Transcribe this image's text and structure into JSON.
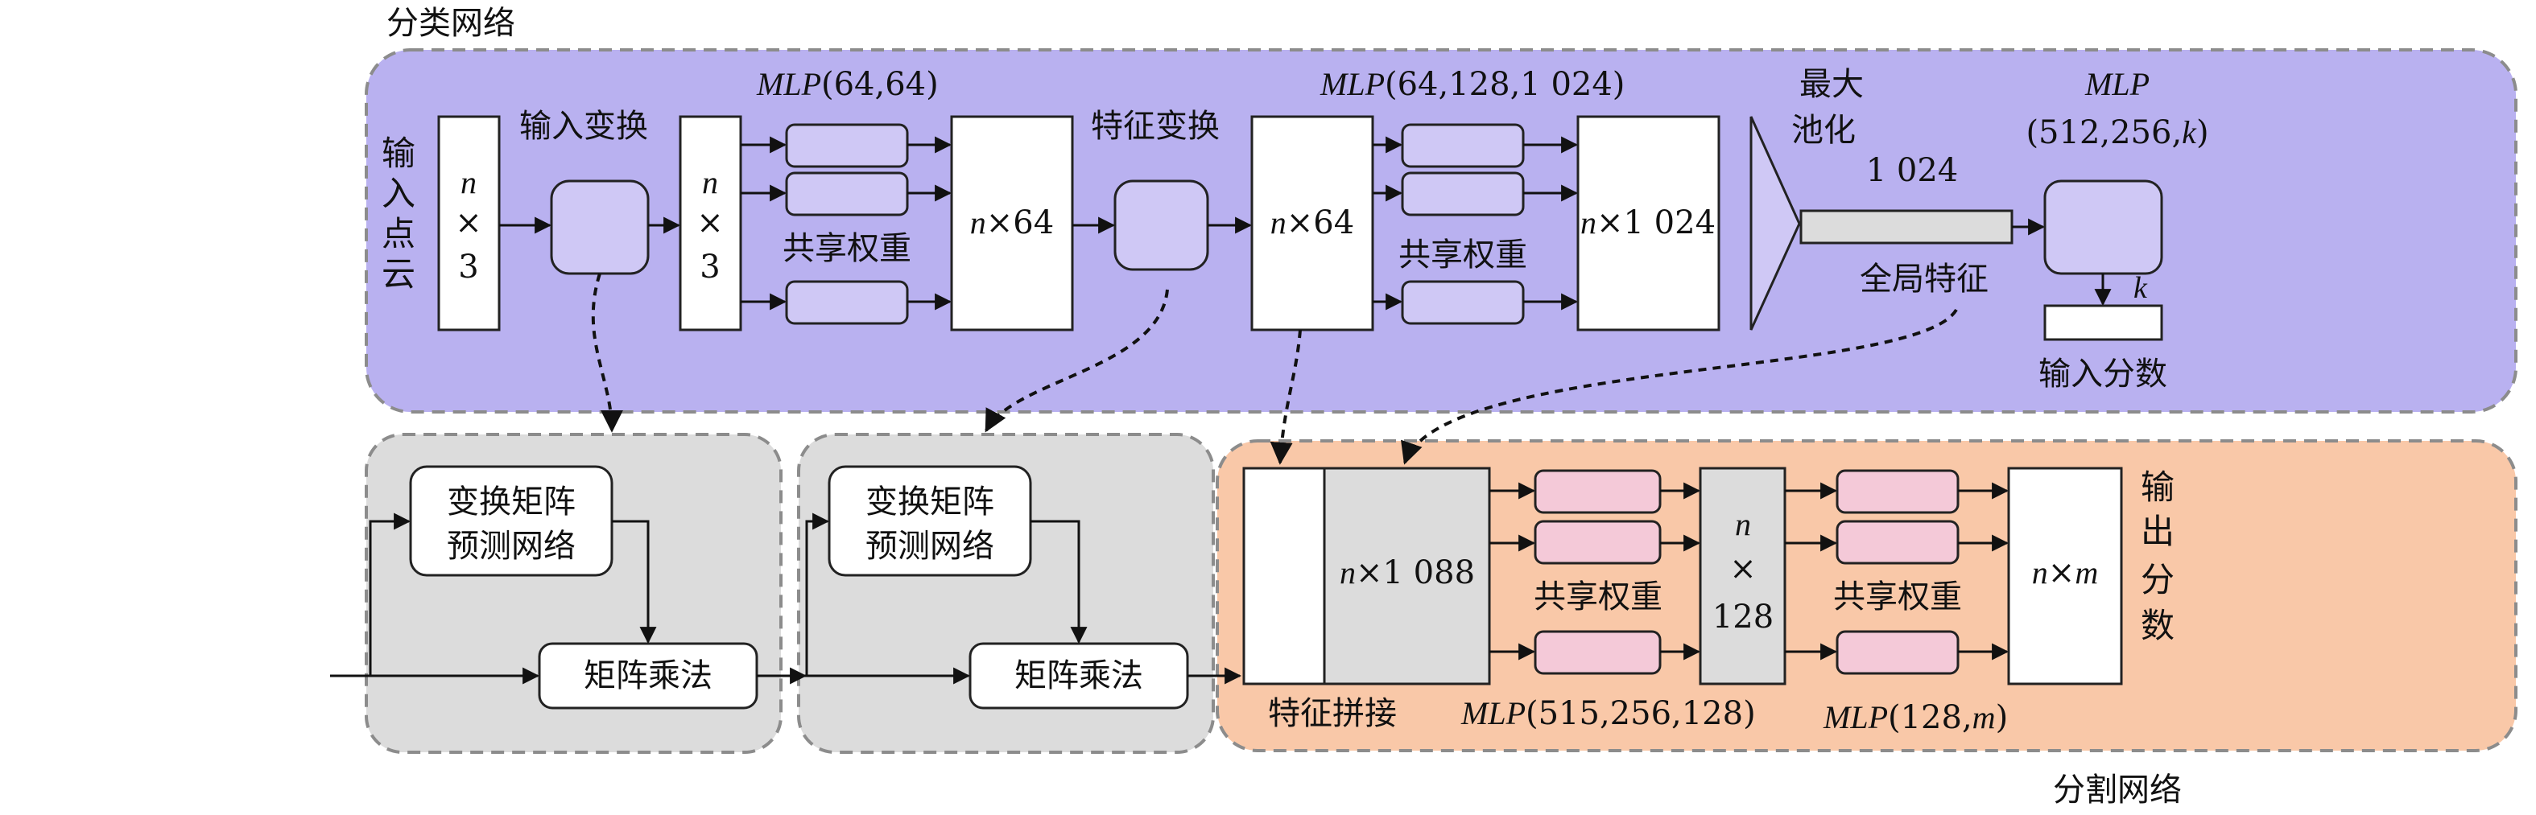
{
  "labels": {
    "classification_network": "分类网络",
    "segmentation_network": "分割网络",
    "input_point_cloud": [
      "输",
      "入",
      "点",
      "云"
    ],
    "n": "n",
    "times": "×",
    "three": "3",
    "input_transform": "输入变换",
    "feature_transform": "特征变换",
    "mlp_64_64": "(64,64)",
    "mlp_64_128_1024": "(64,128,1 024)",
    "mlp_word": "MLP",
    "shared_weights": "共享权重",
    "n_x_64": "×64",
    "n_x_1024": "×1 024",
    "max_pooling_line1": "最大",
    "max_pooling_line2": "池化",
    "global_feature_size": "1 024",
    "global_feature": "全局特征",
    "mlp_512_256_k": "(512,256,",
    "k": "k",
    "close_paren": ")",
    "input_scores": "输入分数",
    "tnet_line1": "变换矩阵",
    "tnet_line2": "预测网络",
    "matrix_multiply": "矩阵乘法",
    "n_x_1088": "×1 088",
    "n_128": "128",
    "n_x_m": "×",
    "m": "m",
    "output_scores": [
      "输",
      "出",
      "分",
      "数"
    ],
    "feature_concat": "特征拼接",
    "mlp_515_256_128": "(515,256,128)",
    "mlp_128_m": "(128,",
    "mlp_128_m_close": ")"
  },
  "colors": {
    "classification_bg": "#b9b1f0",
    "segmentation_bg": "#f9c8a8",
    "tnet_bg": "#dcdcdc",
    "purple_cell": "#cfc8f5",
    "pink_cell": "#f4c9d8",
    "gray_cell": "#dcdcdc",
    "white": "#ffffff"
  }
}
